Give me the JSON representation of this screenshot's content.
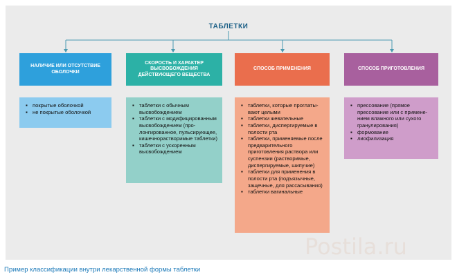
{
  "root": {
    "label": "ТАБЛЕТКИ"
  },
  "columns": [
    {
      "heading": "НАЛИЧИЕ ИЛИ ОТСУТСТВИЕ ОБОЛОЧКИ",
      "items": [
        "покрытые оболочкой",
        "не покрытые оболочкой"
      ]
    },
    {
      "heading": "СКОРОСТЬ И ХАРАКТЕР ВЫСВОБОЖДЕНИЯ ДЕЙСТВУЮЩЕГО ВЕЩЕСТВА",
      "items": [
        "таблетки с обычным высвобождением",
        "таблетки с модифициро­ванным высвобождением (про­лонгированное, пульсирую­щее, кишечнорастворимые таблетки)",
        "таблетки с ускоренным высвобождением"
      ]
    },
    {
      "heading": "СПОСОБ ПРИМЕНЕНИЯ",
      "items": [
        "таблетки, которые проглаты­вают целыми",
        "таблетки жевательные",
        "таблетки, диспергируемые в полости рта",
        "таблетки, применяемые после предварительного приготовления раствора или суспензии (раство­римые, диспергируемые, шипучие)",
        "таблетки для применения в полости рта (подъ­язычные, защечные, для рассасывания)",
        "таблетки вагинальные"
      ]
    },
    {
      "heading": "СПОСОБ ПРИГОТОВЛЕНИЯ",
      "items": [
        "прессование (прямое прессование или с примене­нием влажного или сухого гранулирования)",
        "формование",
        "лиофилизация"
      ]
    }
  ],
  "caption": "Пример классификации внутри лекарственной формы таблетки",
  "watermark": "Postila.ru",
  "colors": {
    "panel": "#ebebeb",
    "root_text": "#1b5f86",
    "connector": "#4a9ab0",
    "col1_head": "#2ea0dc",
    "col1_body": "#8ccbef",
    "col2_head": "#2cb1a6",
    "col2_body": "#93d0c9",
    "col3_head": "#ea6e4d",
    "col3_body": "#f4a88a",
    "col4_head": "#a8609e",
    "col4_body": "#cf9dca",
    "caption": "#1a78b8"
  }
}
